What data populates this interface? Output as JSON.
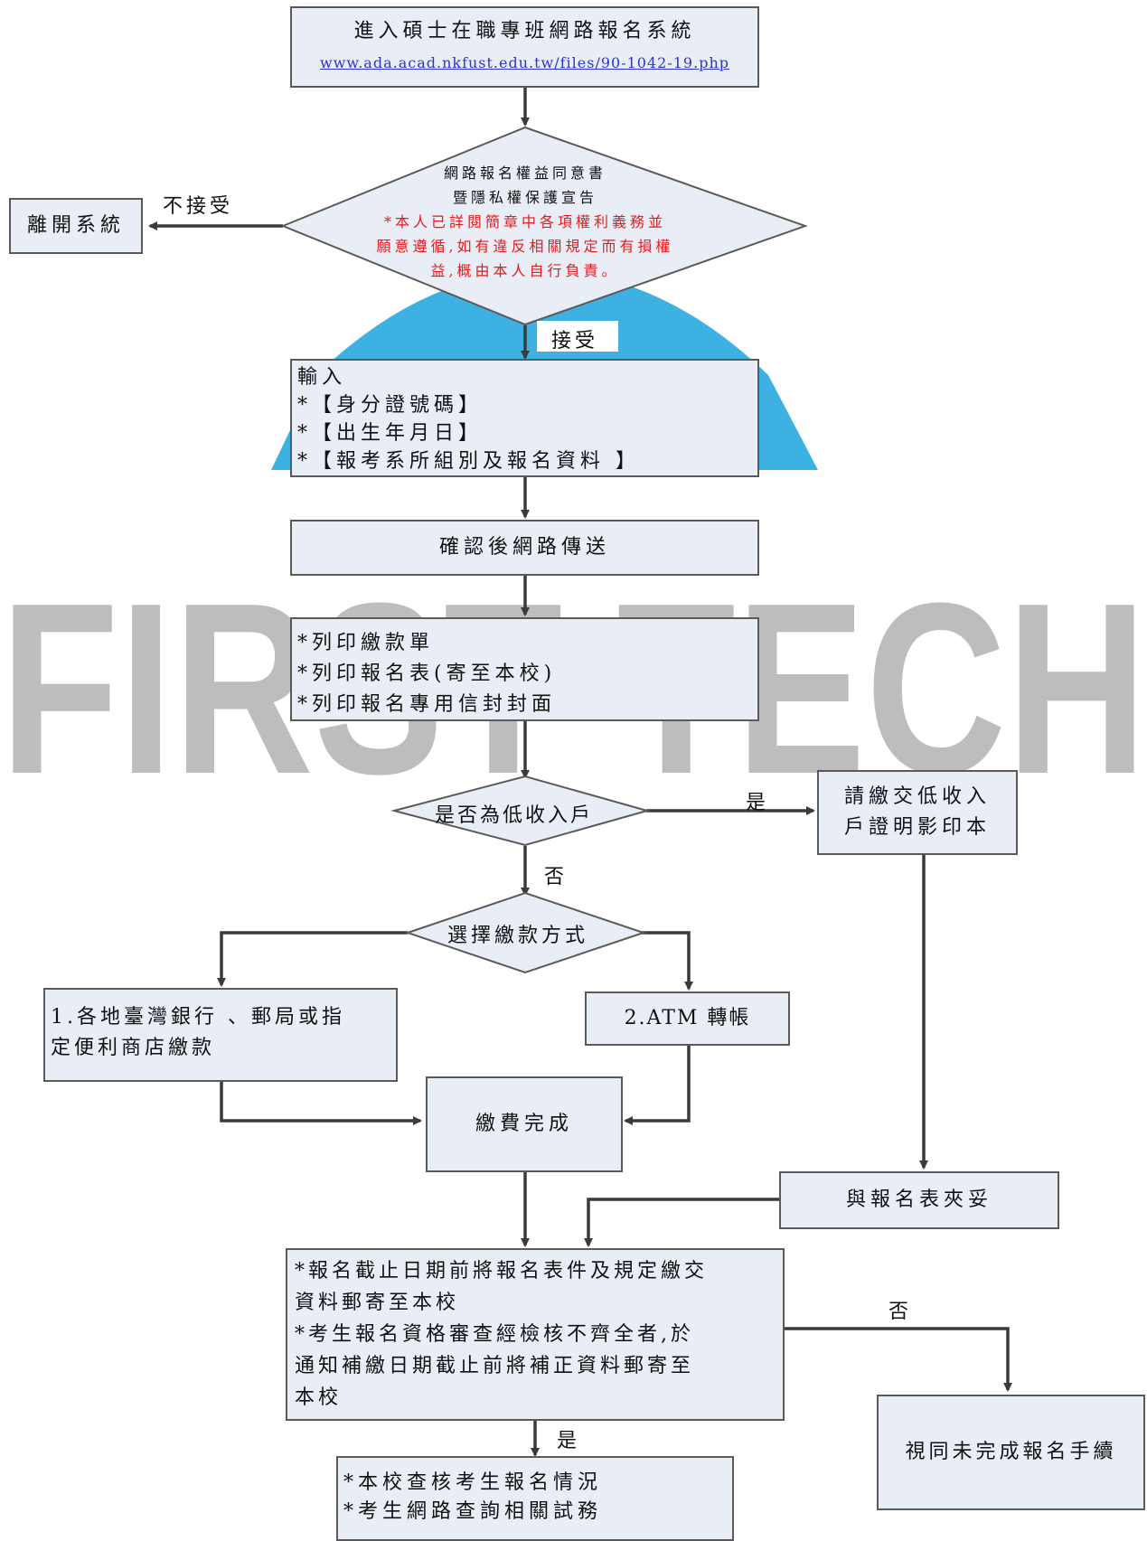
{
  "watermark": {
    "text": "FIRST TECH",
    "colors": {
      "logo": "#29a8e0",
      "text": "#bdbdbd"
    }
  },
  "colors": {
    "box_fill": "#e9edf5",
    "box_border": "#5a5a5a",
    "arrow": "#3a3a3a",
    "red_text": "#e31b1b",
    "link": "#2a36c8"
  },
  "nodes": {
    "start": {
      "title": "進入碩士在職專班網路報名系統",
      "url": "www.ada.acad.nkfust.edu.tw/files/90-1042-19.php"
    },
    "consent": {
      "line1": "網路報名權益同意書",
      "line2": "暨隱私權保護宣告",
      "red1": "*本人已詳閱簡章中各項權利義務並",
      "red2": "願意遵循,如有違反相關規定而有損權",
      "red3": "益,概由本人自行負責。"
    },
    "leave": "離開系統",
    "input": {
      "lines": [
        "輸入",
        "*【身分證號碼】",
        "*【出生年月日】",
        "*【報考系所組別及報名資料 】"
      ]
    },
    "confirm": "確認後網路傳送",
    "print": {
      "lines": [
        "*列印繳款單",
        "*列印報名表(寄至本校)",
        "*列印報名專用信封封面"
      ]
    },
    "low_income": "是否為低收入戶",
    "low_income_doc": {
      "lines": [
        "請繳交低收入",
        "戶證明影印本"
      ]
    },
    "payment_choice": "選擇繳款方式",
    "pay_bank": {
      "lines": [
        "1.各地臺灣銀行 、郵局或指",
        "定便利商店繳款"
      ]
    },
    "pay_atm": "2.ATM 轉帳",
    "paid": "繳費完成",
    "attach": "與報名表夾妥",
    "mail": {
      "lines": [
        "*報名截止日期前將報名表件及規定繳交",
        " 資料郵寄至本校",
        "*考生報名資格審查經檢核不齊全者,於",
        " 通知補繳日期截止前將補正資料郵寄至",
        " 本校"
      ]
    },
    "incomplete": "視同未完成報名手續",
    "final": {
      "lines": [
        "*本校查核考生報名情況",
        "*考生網路查詢相關試務"
      ]
    }
  },
  "edge_labels": {
    "reject": "不接受",
    "accept": "接受",
    "yes_low_income": "是",
    "no_low_income": "否",
    "no_mail": "否",
    "yes_mail": "是"
  }
}
